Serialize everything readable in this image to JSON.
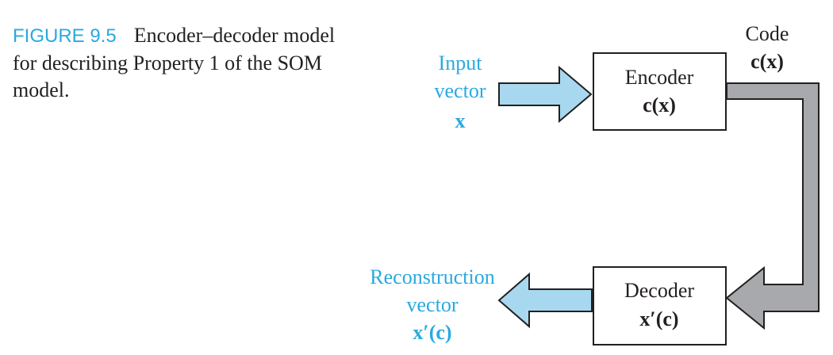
{
  "caption": {
    "label": "FIGURE 9.5",
    "text": "Encoder–decoder model for describing Property 1 of the SOM model."
  },
  "input": {
    "line1": "Input",
    "line2": "vector",
    "symbol": "x"
  },
  "encoder": {
    "title": "Encoder",
    "func": "c(x)"
  },
  "code": {
    "title": "Code",
    "func": "c(x)"
  },
  "decoder": {
    "title": "Decoder",
    "func": "x′(c)"
  },
  "output": {
    "line1": "Reconstruction",
    "line2": "vector",
    "symbol": "x′(c)"
  },
  "colors": {
    "accent": "#29a9e0",
    "arrow_fill": "#a8d8f0",
    "channel_fill": "#a7a9ac",
    "ink": "#231f20"
  }
}
